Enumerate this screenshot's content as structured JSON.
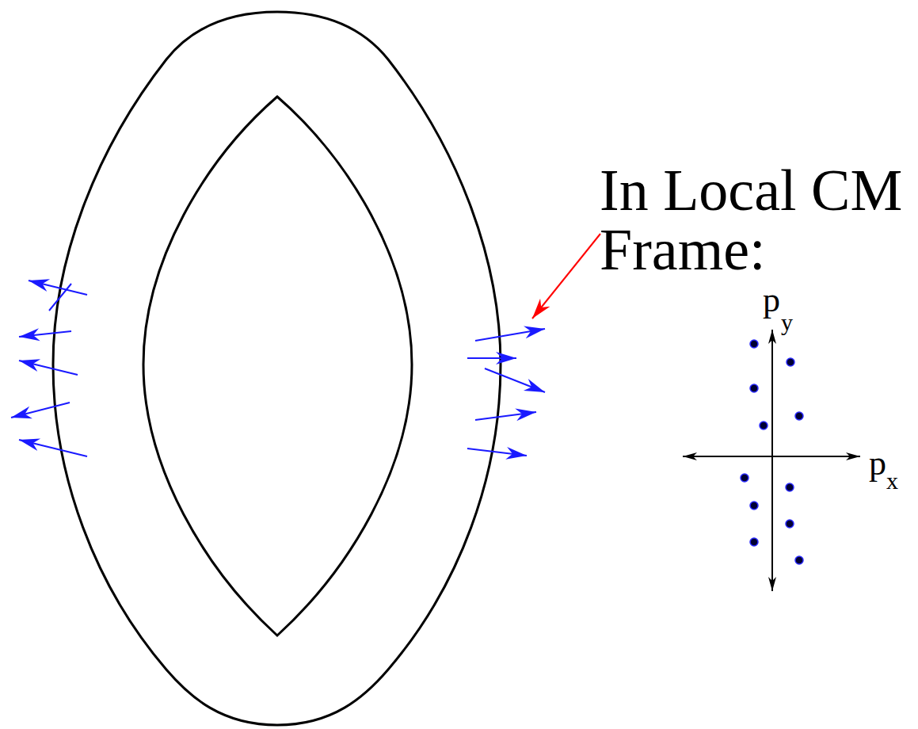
{
  "diagram": {
    "labels": [
      "In Local CM Frame:",
      "p",
      "y",
      "p",
      "x"
    ]
  }
}
